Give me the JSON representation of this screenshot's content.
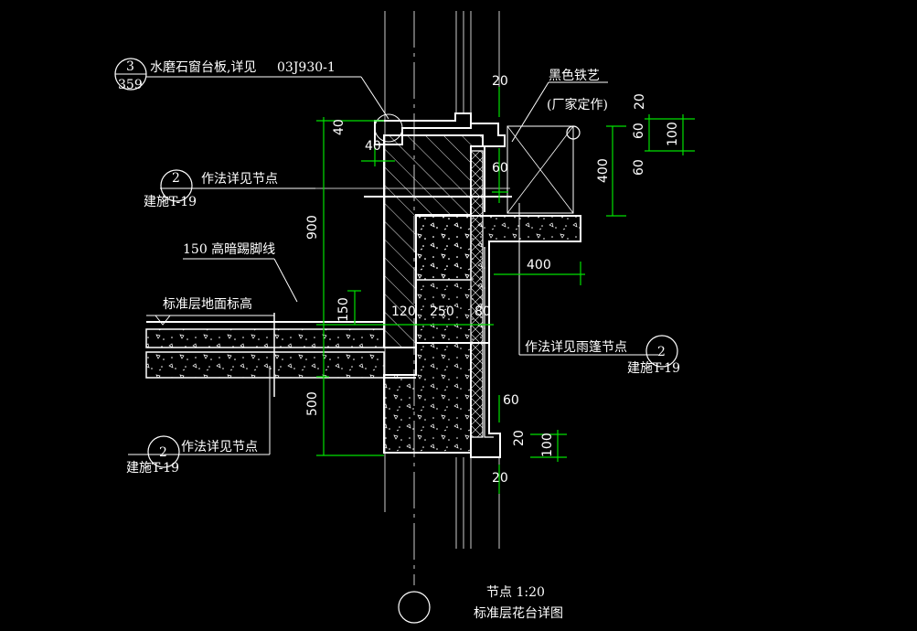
{
  "labels": {
    "sill_ref_top": "3",
    "sill_ref_bottom": "359",
    "sill_note": "水磨石窗台板,详见",
    "sill_code": "03J930-1",
    "detail_note_1": "作法详见节点",
    "detail_ref_1_num": "2",
    "detail_ref_1_sheet": "建施T-19",
    "baseboard_note": "150 高暗踢脚线",
    "floor_level_note": "标准层地面标高",
    "iron_note": "黑色铁艺",
    "iron_note_2": "(厂家定作)",
    "canopy_note": "作法详见雨篷节点",
    "canopy_ref_num": "2",
    "canopy_ref_sheet": "建施T-19",
    "detail_note_3": "作法详见节点",
    "detail_ref_3_num": "2",
    "detail_ref_3_sheet": "建施T-19"
  },
  "dimensions": {
    "d40_a": "40",
    "d40_b": "40",
    "d900": "900",
    "d150": "150",
    "d500": "500",
    "d120": "120",
    "d250": "250",
    "d80": "80",
    "d20_top": "20",
    "d60_top": "60",
    "d400_right": "400",
    "d60_r": "60",
    "d60_r2": "60",
    "d20_r": "20",
    "d100_r": "100",
    "d400_bottom": "400",
    "d60_low": "60",
    "d20_low": "20",
    "d100_low": "100",
    "d20_bottom": "20"
  },
  "title": {
    "line1": "节点  1:20",
    "line2": "标准层花台详图"
  },
  "colors": {
    "background": "#000000",
    "lines": "#ffffff",
    "dimension": "#00e000",
    "axis": "#ffffff"
  }
}
